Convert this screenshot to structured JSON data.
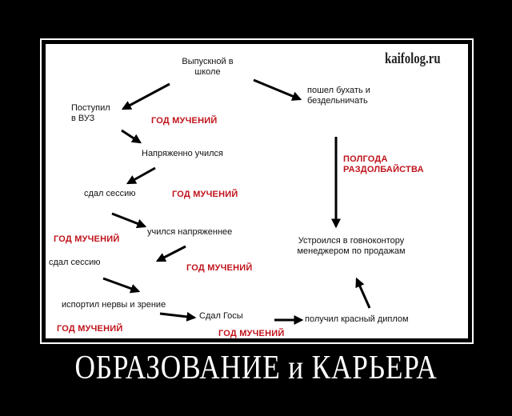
{
  "brand": "kaifolog.ru",
  "nodes": {
    "graduation": "Выпускной в\nшколе",
    "entered_uni": "Поступил\nв ВУЗ",
    "studied_hard": "Напряженно учился",
    "passed_session_1": "сдал сессию",
    "studied_harder": "учился напряженнее",
    "passed_session_2": "сдал сессию",
    "nerves": "испортил нервы и зрение",
    "state_exams": "Сдал Госы",
    "red_diploma": "получил красный диплом",
    "office_job": "Устроился в говноконтору\nменеджером по продажам",
    "drinking": "пошел бухать и\nбездельничать"
  },
  "labels": {
    "year_1": "ГОД МУЧЕНИЙ",
    "year_2": "ГОД МУЧЕНИЙ",
    "year_3": "ГОД МУЧЕНИЙ",
    "year_4": "ГОД МУЧЕНИЙ",
    "year_5": "ГОД МУЧЕНИЙ",
    "year_6": "ГОД МУЧЕНИЙ",
    "half_year": "ПОЛГОДА\nРАЗДОЛБАЙСТВА"
  },
  "caption": "ОБРАЗОВАНИЕ и КАРЬЕРА",
  "colors": {
    "accent_red": "#c0141c",
    "background": "#000000",
    "panel": "#ffffff"
  }
}
